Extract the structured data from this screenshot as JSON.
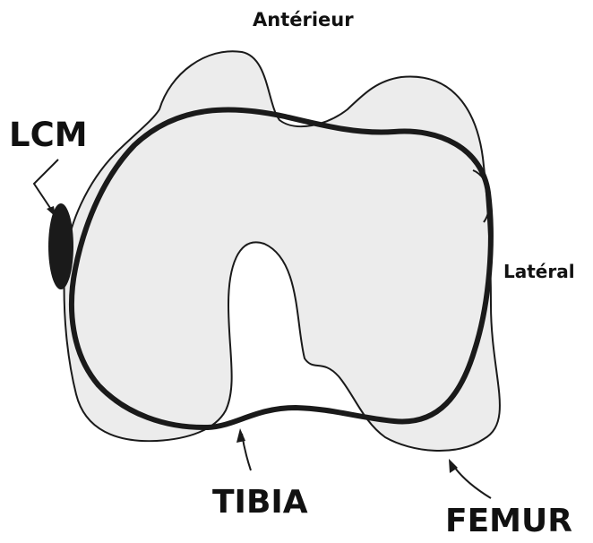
{
  "labels": {
    "anterieur": "Antérieur",
    "lateral": "Latéral",
    "lcm": "LCM",
    "tibia": "TIBIA",
    "femur": "FEMUR"
  },
  "colors": {
    "fill": "#ececec",
    "outline": "#1a1a1a",
    "background": "#ffffff"
  }
}
